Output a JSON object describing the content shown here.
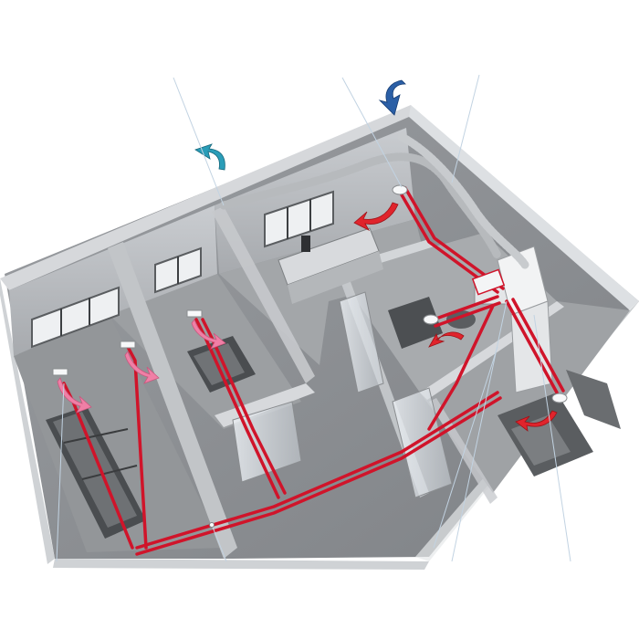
{
  "diagram": {
    "description_visible_text": "",
    "colors": {
      "background": "#ffffff",
      "wall": "#b9bcc0",
      "floor": "#8f9296",
      "floor_light": "#c7c9cc",
      "glass": "#dfe3e8",
      "duct_red": "#d0142a",
      "supply_pink": "#f07fa6",
      "extract_red": "#e0242c",
      "intake_blue": "#2b5fa6",
      "exhaust_teal": "#2a9db8",
      "leader_line": "#c8d8e6"
    },
    "airflow_arrows": [
      {
        "name": "outdoor-air-intake-arrow",
        "kind": "intake"
      },
      {
        "name": "exhaust-air-outlet-arrow",
        "kind": "exhaust"
      },
      {
        "name": "supply-arrow-living-room",
        "kind": "supply"
      },
      {
        "name": "supply-arrow-middle-room",
        "kind": "supply"
      },
      {
        "name": "supply-arrow-small-room",
        "kind": "supply"
      },
      {
        "name": "extract-arrow-kitchen",
        "kind": "extract"
      },
      {
        "name": "extract-arrow-bathroom",
        "kind": "extract"
      },
      {
        "name": "extract-arrow-utility",
        "kind": "extract"
      }
    ]
  }
}
